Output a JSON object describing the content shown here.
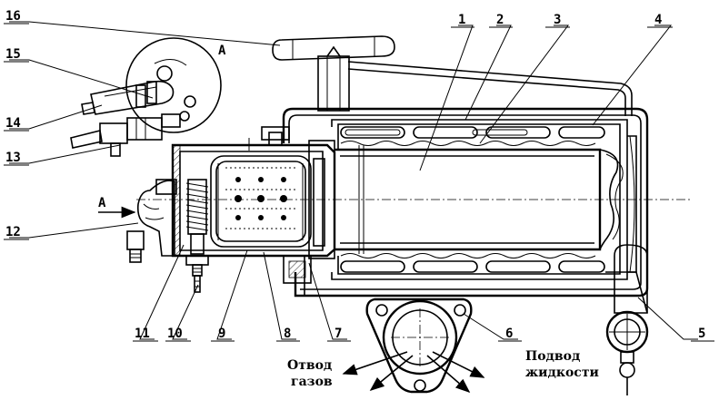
{
  "callouts": [
    "1",
    "2",
    "3",
    "4",
    "5",
    "6",
    "7",
    "8",
    "9",
    "10",
    "11",
    "12",
    "13",
    "14",
    "15",
    "16"
  ],
  "view_marker": "А",
  "captions": {
    "gas_outlet_line1": "Отвод",
    "gas_outlet_line2": "газов",
    "liquid_inlet_line1": "Подвод",
    "liquid_inlet_line2": "жидкости"
  }
}
